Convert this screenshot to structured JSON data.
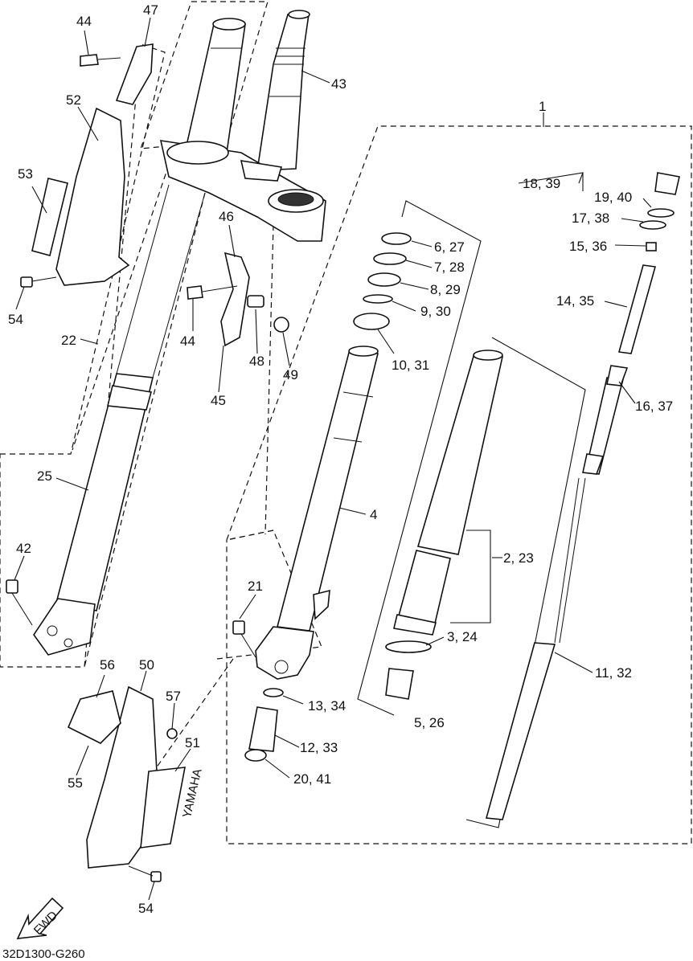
{
  "diagram": {
    "code": "32D1300-G260",
    "fwd_label": "FWD",
    "logo_text": "YAMAHA",
    "callouts": [
      {
        "id": "1",
        "text": "1"
      },
      {
        "id": "2-23",
        "text": "2, 23"
      },
      {
        "id": "3-24",
        "text": "3, 24"
      },
      {
        "id": "4",
        "text": "4"
      },
      {
        "id": "5-26",
        "text": "5, 26"
      },
      {
        "id": "6-27",
        "text": "6, 27"
      },
      {
        "id": "7-28",
        "text": "7, 28"
      },
      {
        "id": "8-29",
        "text": "8, 29"
      },
      {
        "id": "9-30",
        "text": "9, 30"
      },
      {
        "id": "10-31",
        "text": "10, 31"
      },
      {
        "id": "11-32",
        "text": "11, 32"
      },
      {
        "id": "12-33",
        "text": "12, 33"
      },
      {
        "id": "13-34",
        "text": "13, 34"
      },
      {
        "id": "14-35",
        "text": "14, 35"
      },
      {
        "id": "15-36",
        "text": "15, 36"
      },
      {
        "id": "16-37",
        "text": "16, 37"
      },
      {
        "id": "17-38",
        "text": "17, 38"
      },
      {
        "id": "18-39",
        "text": "18, 39"
      },
      {
        "id": "19-40",
        "text": "19, 40"
      },
      {
        "id": "20-41",
        "text": "20, 41"
      },
      {
        "id": "21",
        "text": "21"
      },
      {
        "id": "22",
        "text": "22"
      },
      {
        "id": "25",
        "text": "25"
      },
      {
        "id": "42",
        "text": "42"
      },
      {
        "id": "43",
        "text": "43"
      },
      {
        "id": "44a",
        "text": "44"
      },
      {
        "id": "44b",
        "text": "44"
      },
      {
        "id": "45",
        "text": "45"
      },
      {
        "id": "46",
        "text": "46"
      },
      {
        "id": "47",
        "text": "47"
      },
      {
        "id": "48",
        "text": "48"
      },
      {
        "id": "49",
        "text": "49"
      },
      {
        "id": "50",
        "text": "50"
      },
      {
        "id": "51",
        "text": "51"
      },
      {
        "id": "52",
        "text": "52"
      },
      {
        "id": "53",
        "text": "53"
      },
      {
        "id": "54a",
        "text": "54"
      },
      {
        "id": "54b",
        "text": "54"
      },
      {
        "id": "55",
        "text": "55"
      },
      {
        "id": "56",
        "text": "56"
      },
      {
        "id": "57",
        "text": "57"
      }
    ]
  }
}
